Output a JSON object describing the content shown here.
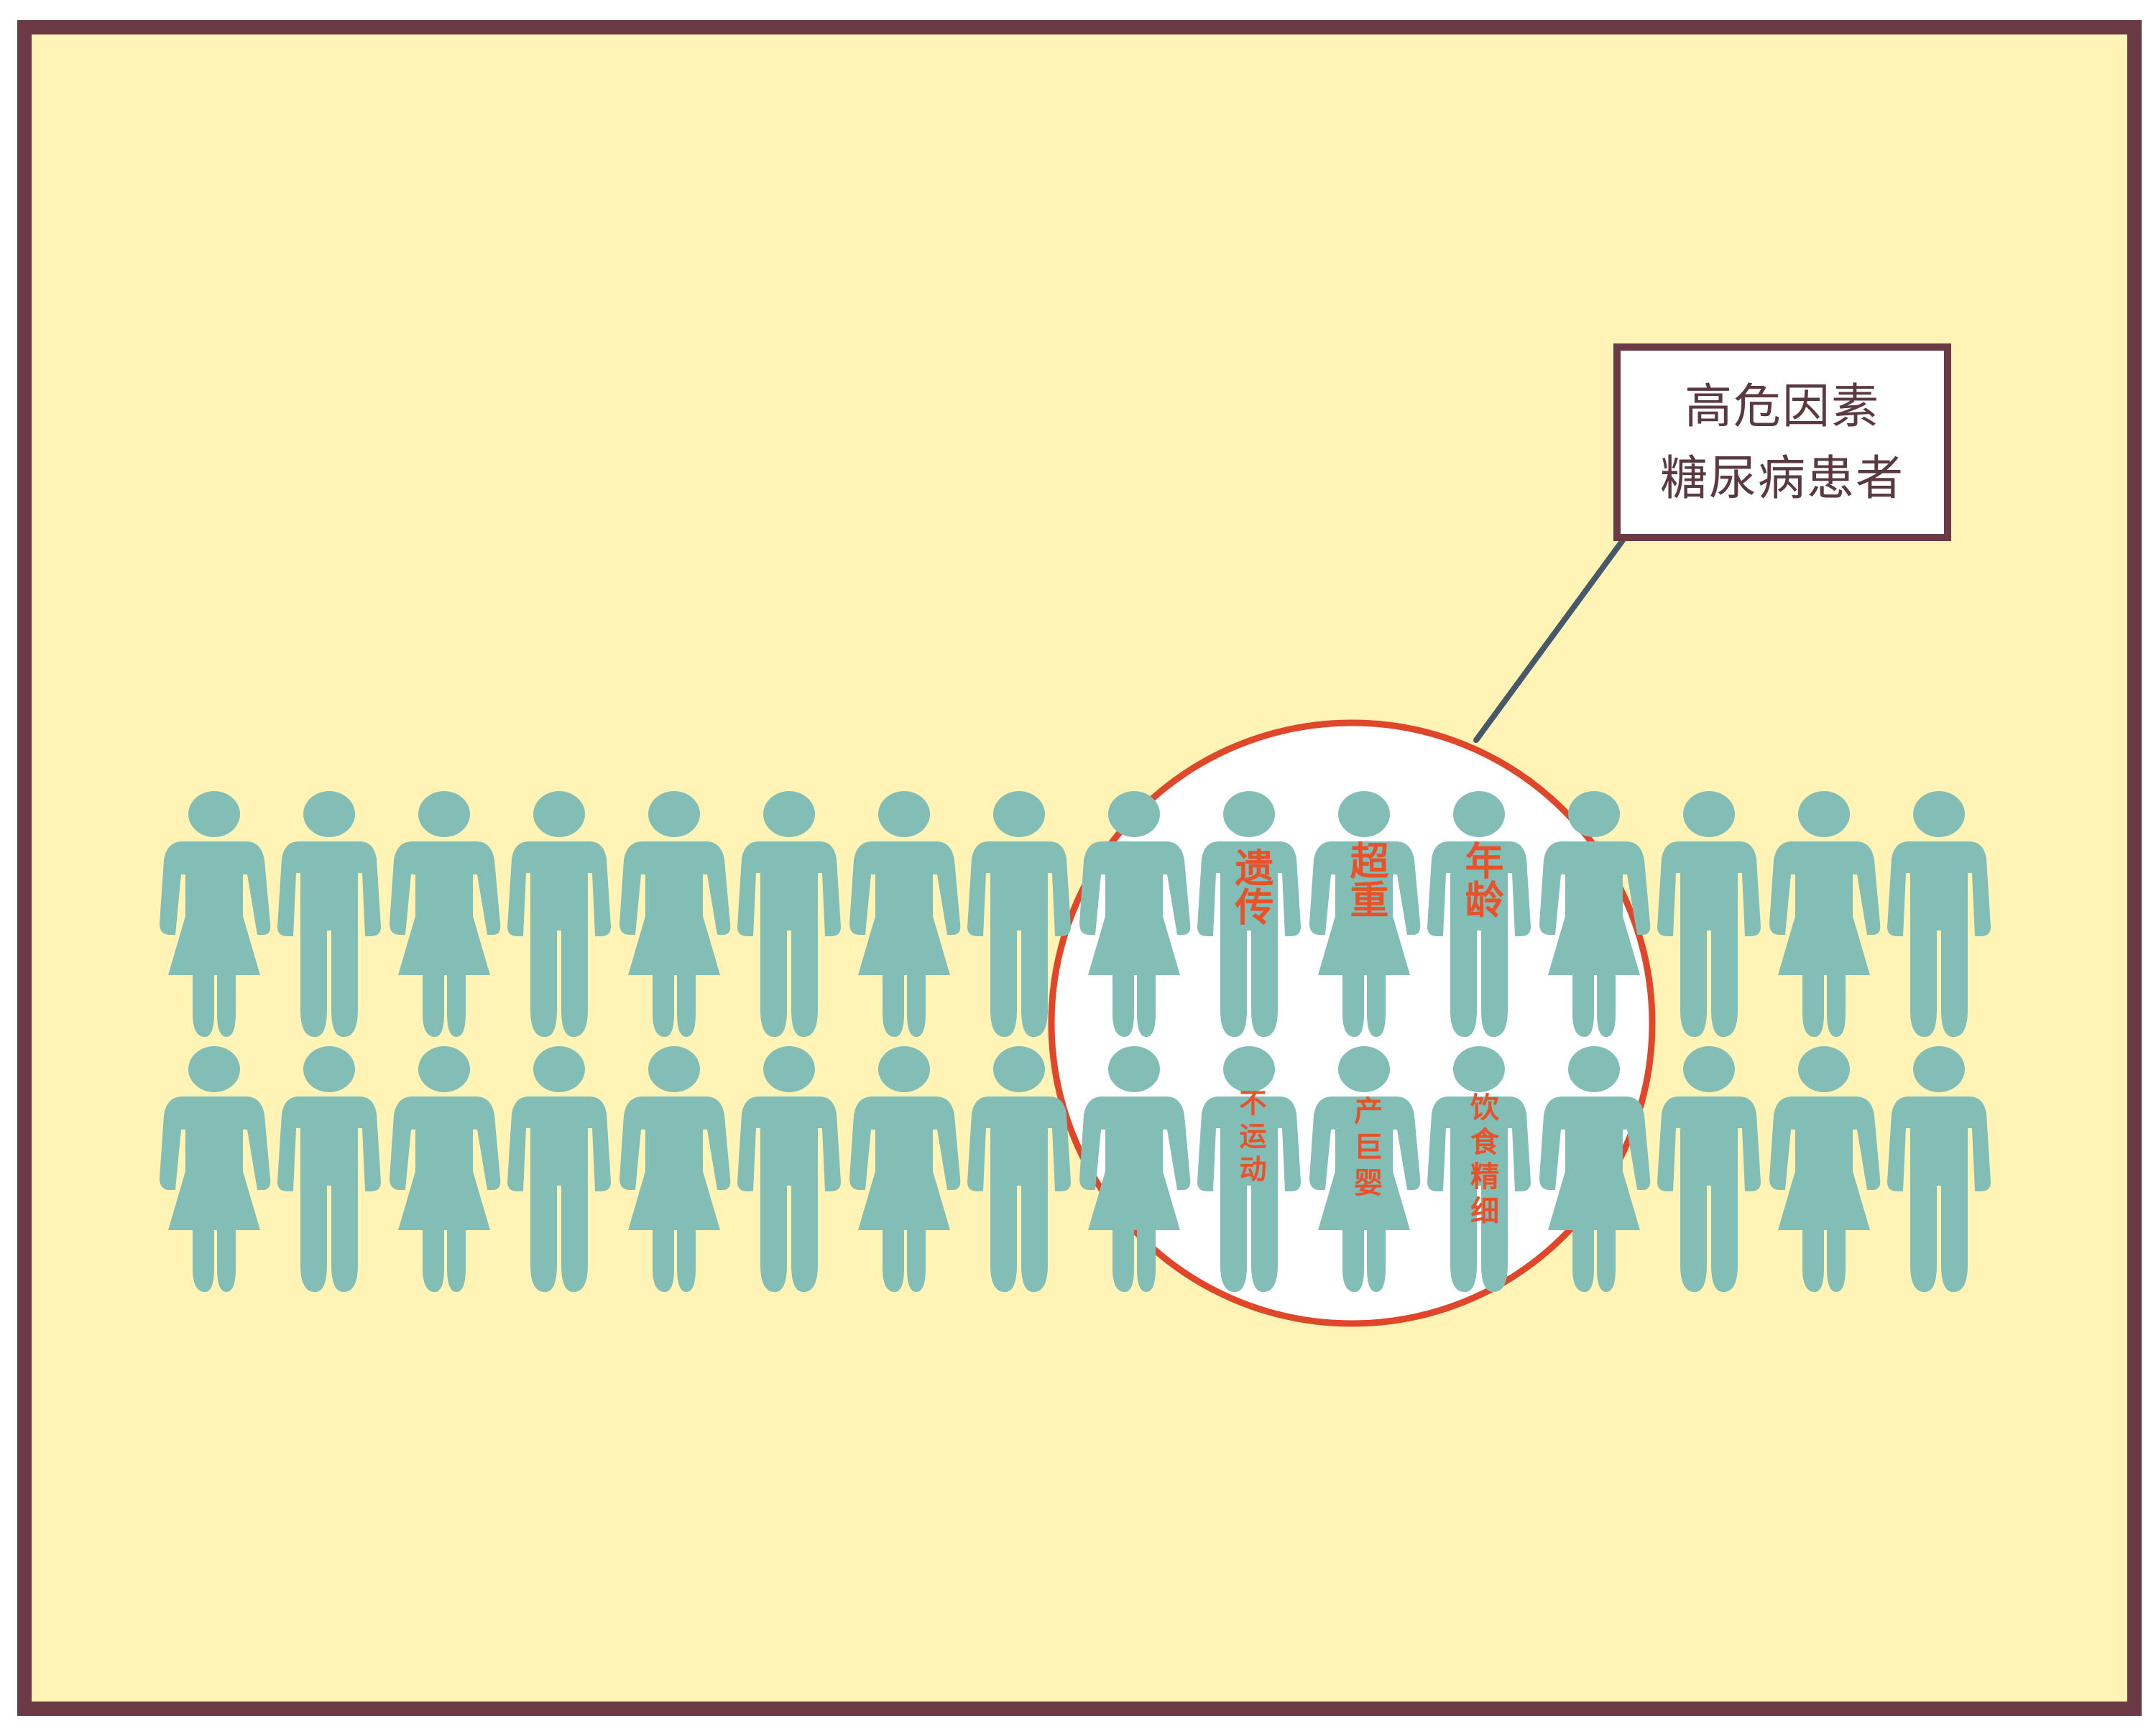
{
  "colors": {
    "background": "#fff4b6",
    "frame": "#6b3a45",
    "figure": "#82bdb6",
    "circle_stroke": "#e0472a",
    "circle_fill": "#ffffff",
    "risk_text": "#e8522a",
    "callout_line": "#47586a",
    "callout_text": "#5a3a40"
  },
  "callout": {
    "line1": "高危因素",
    "line2": "糖尿病患者"
  },
  "crowd": {
    "rows": 2,
    "per_row": 16,
    "pattern": [
      "female",
      "male",
      "female",
      "male",
      "female",
      "male",
      "female",
      "male",
      "female",
      "male",
      "female",
      "male",
      "female",
      "male",
      "female",
      "male"
    ]
  },
  "risk_factors": {
    "row1": [
      {
        "label": "遗传",
        "figure_index": 9
      },
      {
        "label": "超重",
        "figure_index": 10
      },
      {
        "label": "年龄",
        "figure_index": 11
      }
    ],
    "row2": [
      {
        "label": "不运动",
        "figure_index": 9
      },
      {
        "label": "产巨婴",
        "figure_index": 10
      },
      {
        "label": "饮食精细",
        "figure_index": 11
      }
    ]
  }
}
